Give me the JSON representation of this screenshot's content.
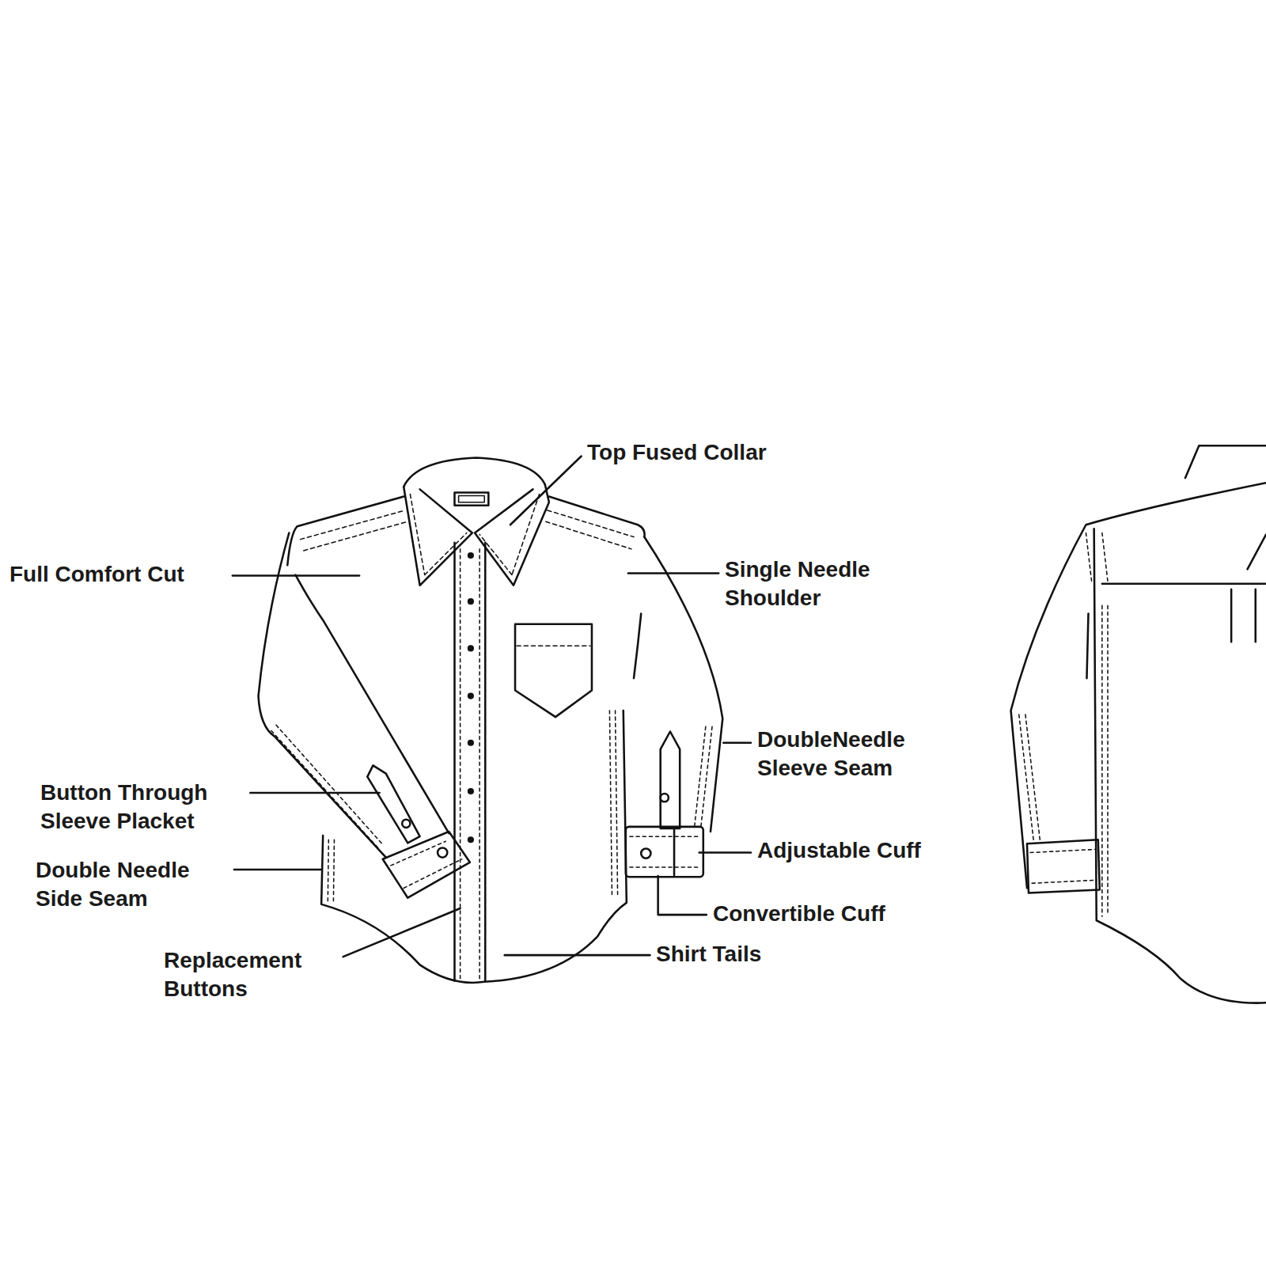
{
  "diagram": {
    "labels": [
      "Top Fused Collar",
      "Full Comfort Cut",
      "Single Needle Shoulder",
      "DoubleNeedle Sleeve Seam",
      "Button Through Sleeve Placket",
      "Adjustable Cuff",
      "Double Needle Side Seam",
      "Convertible Cuff",
      "Replacement Buttons",
      "Shirt Tails"
    ]
  }
}
